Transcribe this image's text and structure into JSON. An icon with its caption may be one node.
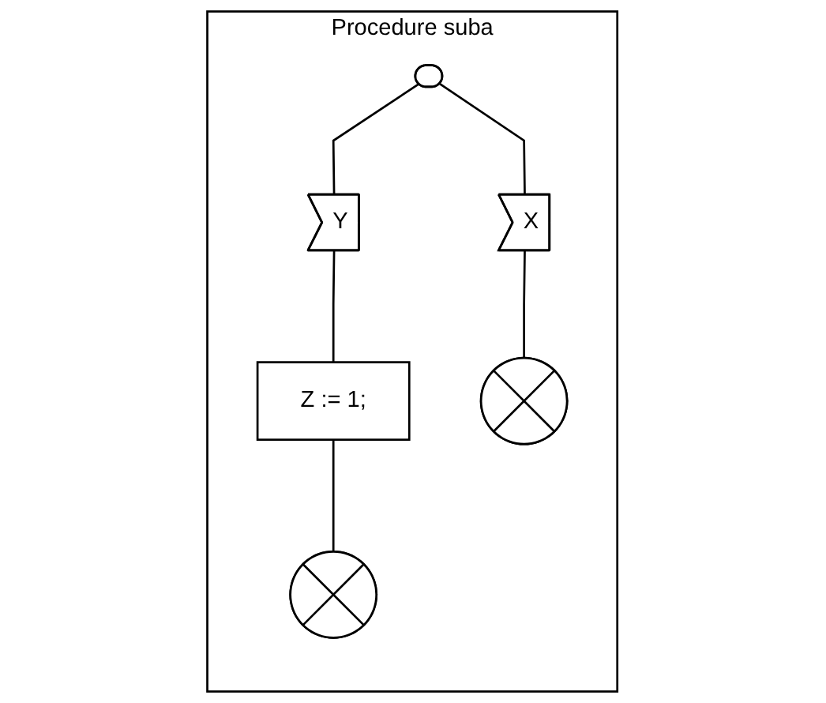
{
  "diagram": {
    "nodes": [
      {
        "text": [
          "Procedure suba"
        ]
      },
      {
        "text": [],
        "shape": "stadium",
        "in": 0
      },
      {
        "text": [
          "X"
        ],
        "in": 0
      },
      {
        "text": [
          "Y"
        ],
        "in": 0
      },
      {
        "text": [
          "Z := 1;"
        ],
        "in": 0
      },
      {
        "text": [],
        "shape": "circle",
        "in": 0
      },
      {
        "text": [],
        "shape": "circle",
        "in": 0
      }
    ],
    "edges": [
      {
        "from": 1,
        "to": 2,
        "arrow": "none"
      },
      {
        "from": 1,
        "to": 3,
        "arrow": "none"
      },
      {
        "from": 3,
        "to": 4,
        "arrow": "none"
      },
      {
        "from": 2,
        "to": 5,
        "arrow": "none"
      },
      {
        "from": 4,
        "to": 6,
        "arrow": "none"
      }
    ]
  }
}
